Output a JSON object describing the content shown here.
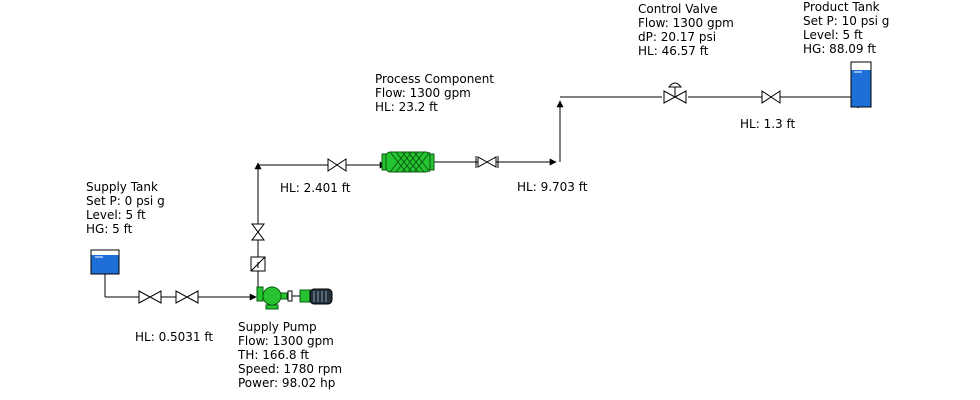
{
  "supply_tank": {
    "name": "Supply Tank",
    "set_p": "Set P: 0 psi g",
    "level": "Level: 5 ft",
    "hg": "HG: 5 ft",
    "fluid_color": "#1f6fd8"
  },
  "product_tank": {
    "name": "Product Tank",
    "set_p": "Set P: 10 psi g",
    "level": "Level: 5 ft",
    "hg": "HG: 88.09 ft",
    "fluid_color": "#1f6fd8"
  },
  "supply_pump": {
    "name": "Supply Pump",
    "flow": "Flow: 1300 gpm",
    "th": "TH: 166.8 ft",
    "speed": "Speed: 1780 rpm",
    "power": "Power: 98.02 hp",
    "color": "#27c431"
  },
  "process_component": {
    "name": "Process Component",
    "flow": "Flow: 1300 gpm",
    "hl": "HL: 23.2 ft",
    "color": "#27c431"
  },
  "control_valve": {
    "name": "Control Valve",
    "flow": "Flow: 1300 gpm",
    "dp": "dP: 20.17 psi",
    "hl": "HL: 46.57 ft"
  },
  "pipe_losses": {
    "suction": "HL: 0.5031 ft",
    "discharge": "HL: 2.401 ft",
    "process_outlet": "HL: 9.703 ft",
    "product_inlet": "HL: 1.3 ft"
  }
}
